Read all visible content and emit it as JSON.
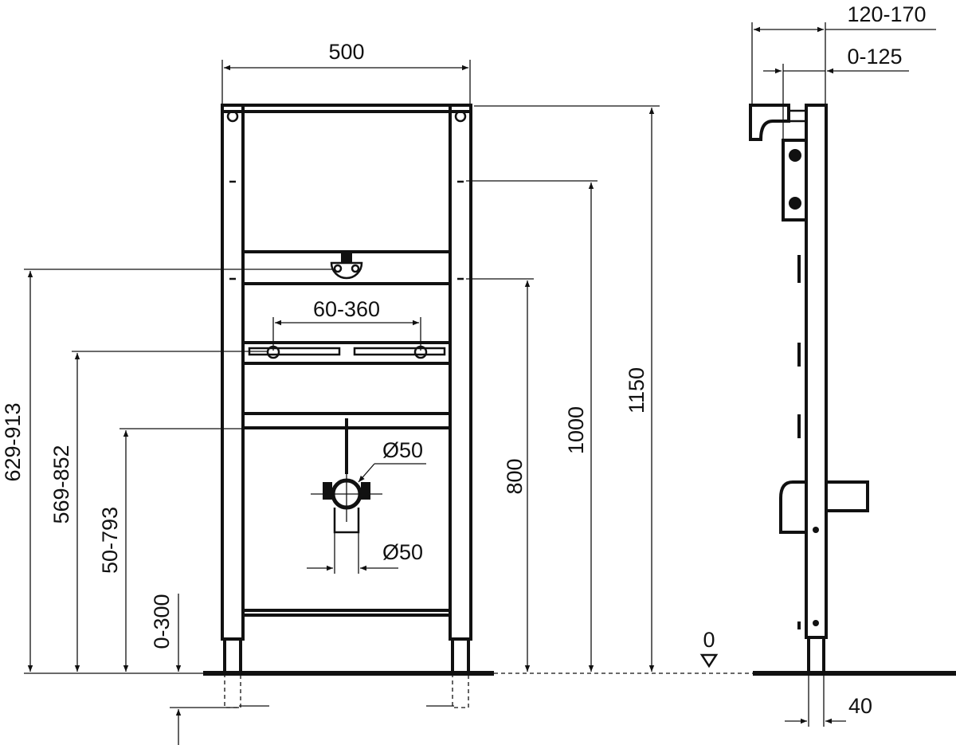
{
  "front_view": {
    "width_label": "500",
    "bracket_spacing_label": "60-360",
    "pipe_upper_label": "Ø50",
    "pipe_lower_label": "Ø50",
    "height_total_label": "1150",
    "height_1000_label": "1000",
    "height_800_label": "800",
    "range_629_913_label": "629-913",
    "range_569_852_label": "569-852",
    "range_50_793_label": "50-793",
    "foot_adjust_label": "0-300"
  },
  "side_view": {
    "depth_label": "120-170",
    "offset_label": "0-125",
    "floor_level_label": "0",
    "foot_width_label": "40"
  },
  "colors": {
    "line": "#111111",
    "background": "#ffffff"
  }
}
